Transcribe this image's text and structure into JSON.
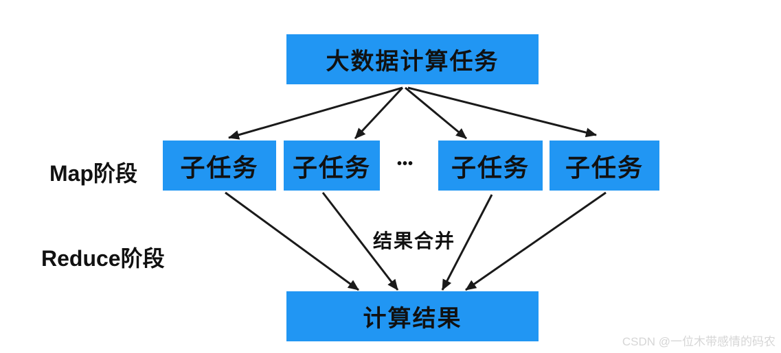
{
  "diagram": {
    "top_box": {
      "label": "大数据计算任务"
    },
    "map_phase_label": "Map阶段",
    "reduce_phase_label": "Reduce阶段",
    "subtasks": [
      "子任务",
      "子任务",
      "子任务",
      "子任务"
    ],
    "ellipsis": "•••",
    "merge_label": "结果合并",
    "result_box": {
      "label": "计算结果"
    },
    "colors": {
      "box_blue": "#2196f3",
      "arrow_black": "#1a1a1a",
      "text_black": "#111111",
      "watermark_gray": "#d6d6d6"
    }
  },
  "watermark": {
    "text": "CSDN @一位木带感情的码农"
  }
}
